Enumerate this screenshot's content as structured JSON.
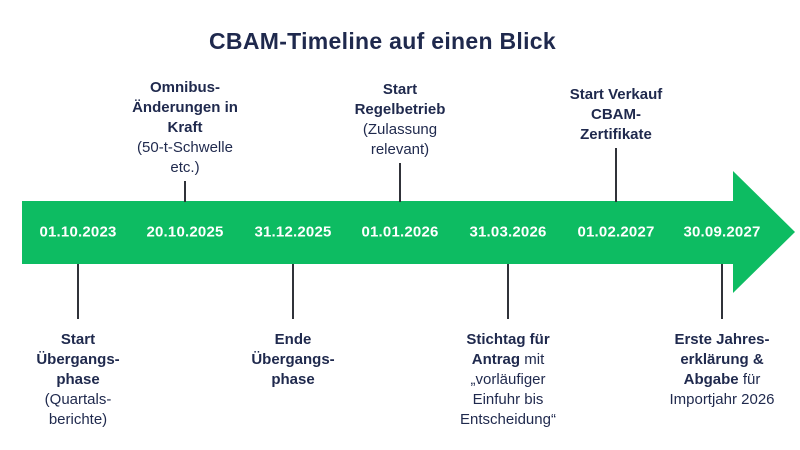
{
  "title": "CBAM-Timeline auf einen Blick",
  "colors": {
    "arrow_green": "#0dbc62",
    "text_navy": "#1f294d",
    "connector": "#303239",
    "date_text": "#ffffff"
  },
  "timeline": {
    "dates": [
      "01.10.2023",
      "20.10.2025",
      "31.12.2025",
      "01.01.2026",
      "31.03.2026",
      "01.02.2027",
      "30.09.2027"
    ]
  },
  "events_above": [
    {
      "date": "20.10.2025",
      "lines": [
        [
          {
            "t": "Omnibus-",
            "b": true
          }
        ],
        [
          {
            "t": "Änderungen in",
            "b": true
          }
        ],
        [
          {
            "t": "Kraft",
            "b": true
          }
        ],
        [
          {
            "t": "(50-t-Schwelle",
            "b": false
          }
        ],
        [
          {
            "t": "etc.)",
            "b": false
          }
        ]
      ]
    },
    {
      "date": "01.01.2026",
      "lines": [
        [
          {
            "t": "Start",
            "b": true
          }
        ],
        [
          {
            "t": "Regelbetrieb",
            "b": true
          }
        ],
        [
          {
            "t": "(Zulassung",
            "b": false
          }
        ],
        [
          {
            "t": "relevant)",
            "b": false
          }
        ]
      ]
    },
    {
      "date": "01.02.2027",
      "lines": [
        [
          {
            "t": "Start Verkauf",
            "b": true
          }
        ],
        [
          {
            "t": "CBAM-",
            "b": true
          }
        ],
        [
          {
            "t": "Zertifikate",
            "b": true
          }
        ]
      ]
    }
  ],
  "events_below": [
    {
      "date": "01.10.2023",
      "lines": [
        [
          {
            "t": "Start",
            "b": true
          }
        ],
        [
          {
            "t": "Übergangs-",
            "b": true
          }
        ],
        [
          {
            "t": "phase",
            "b": true
          }
        ],
        [
          {
            "t": "(Quartals-",
            "b": false
          }
        ],
        [
          {
            "t": "berichte)",
            "b": false
          }
        ]
      ]
    },
    {
      "date": "31.12.2025",
      "lines": [
        [
          {
            "t": "Ende",
            "b": true
          }
        ],
        [
          {
            "t": "Übergangs-",
            "b": true
          }
        ],
        [
          {
            "t": "phase",
            "b": true
          }
        ]
      ]
    },
    {
      "date": "31.03.2026",
      "lines": [
        [
          {
            "t": "Stichtag für",
            "b": true
          }
        ],
        [
          {
            "t": "Antrag",
            "b": true
          },
          {
            "t": " mit",
            "b": false
          }
        ],
        [
          {
            "t": "„vorläufiger",
            "b": false
          }
        ],
        [
          {
            "t": "Einfuhr bis",
            "b": false
          }
        ],
        [
          {
            "t": "Entscheidung“",
            "b": false
          }
        ]
      ]
    },
    {
      "date": "30.09.2027",
      "lines": [
        [
          {
            "t": "Erste Jahres-",
            "b": true
          }
        ],
        [
          {
            "t": "erklärung &",
            "b": true
          }
        ],
        [
          {
            "t": "Abgabe",
            "b": true
          },
          {
            "t": " für",
            "b": false
          }
        ],
        [
          {
            "t": "Importjahr 2026",
            "b": false
          }
        ]
      ]
    }
  ]
}
